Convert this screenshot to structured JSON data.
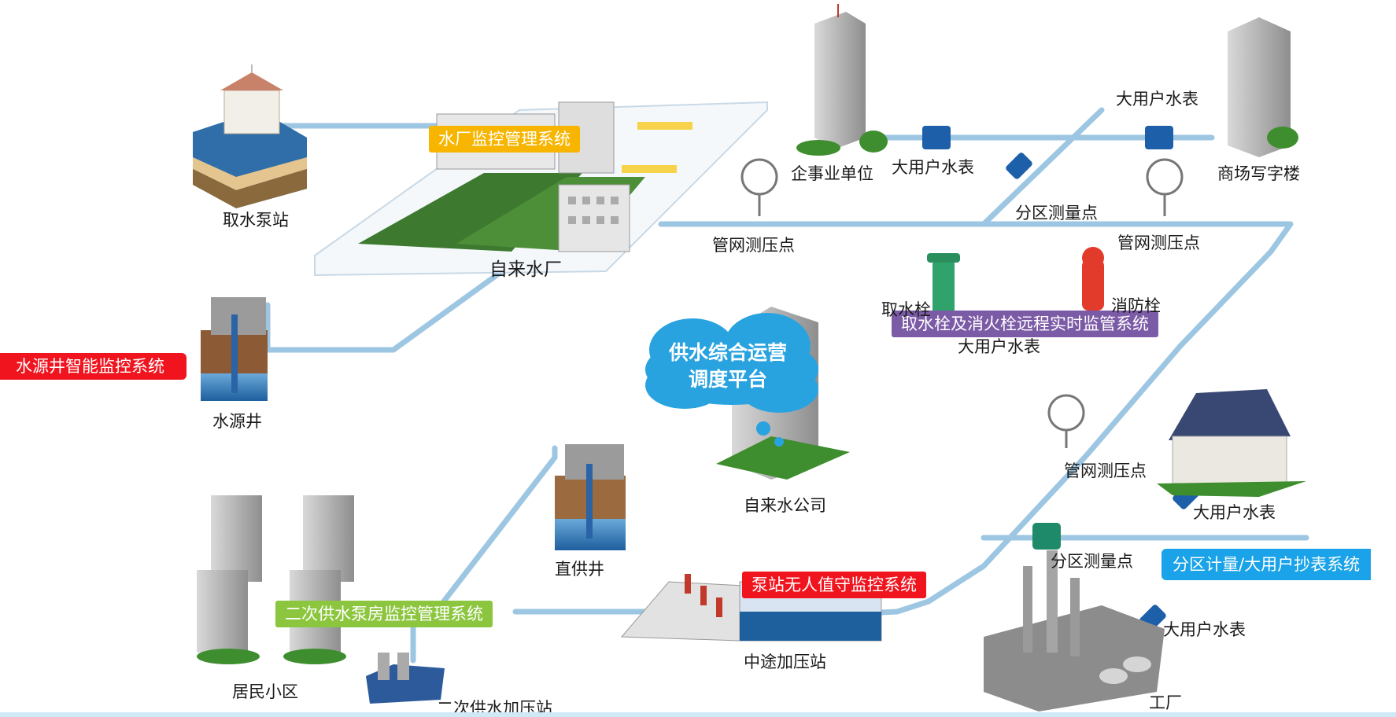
{
  "systems": {
    "plant_monitor": "水厂监控管理系统",
    "well_monitor": "水源井智能监控系统",
    "hydrant_monitor": "取水栓及消火栓远程实时监管系统",
    "pump_station_monitor": "泵站无人值守监控系统",
    "secondary_pump_monitor": "二次供水泵房监控管理系统",
    "metering_system": "分区计量/大用户抄表系统"
  },
  "platform": {
    "line1": "供水综合运营",
    "line2": "调度平台"
  },
  "labels": {
    "intake_pump": "取水泵站",
    "water_plant": "自来水厂",
    "source_well": "水源井",
    "enterprise": "企事业单位",
    "big_meter_1": "大用户水表",
    "big_meter_2": "大用户水表",
    "big_meter_3": "大用户水表",
    "big_meter_4": "大用户水表",
    "big_meter_5": "大用户水表",
    "mall": "商场写字楼",
    "zone_point_1": "分区测量点",
    "zone_point_2": "分区测量点",
    "pressure_1": "管网测压点",
    "pressure_2": "管网测压点",
    "pressure_3": "管网测压点",
    "intake_hydrant": "取水栓",
    "fire_hydrant": "消防栓",
    "water_company": "自来水公司",
    "direct_well": "直供井",
    "residential": "居民小区",
    "secondary_booster": "二次供水加压站",
    "midway_booster": "中途加压站",
    "factory": "工厂"
  },
  "colors": {
    "pipe": "#b9d9ee",
    "pipe_edge": "#6ea9cf",
    "orange": "#f7b500",
    "red": "#f0141e",
    "purple": "#7b5aa6",
    "green": "#8cc63f",
    "blue": "#1aa3e8"
  }
}
